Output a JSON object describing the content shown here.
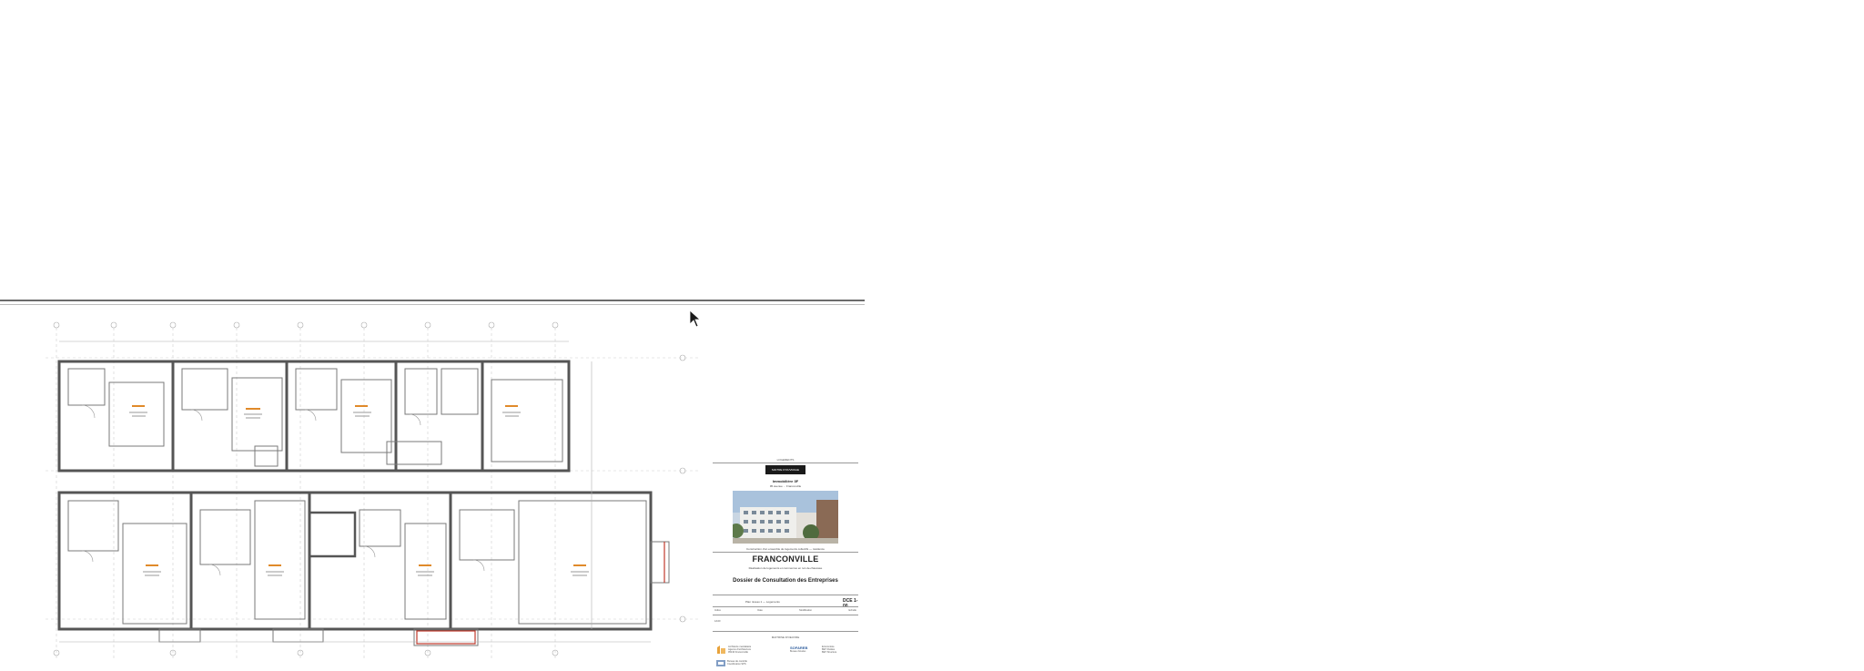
{
  "document": {
    "type": "architectural-floor-plan",
    "header_small": "LOGEMENTS",
    "client_tag": "MAITRE D'OUVRAGE",
    "client_name": "Immobilière 3F",
    "client_address": "95 avenue ... Franconville",
    "project_description": "Construction d'un ensemble de logements collectifs — résidence",
    "city": "FRANCONVILLE",
    "project_subtitle": "Réalisation de logements et commerces en rez-de-chaussée",
    "phase": "Dossier de Consultation des Entreprises",
    "plan_name": "Plan niveau 1 — Logements",
    "sheet_number": "DCE 1-00",
    "info_row": [
      "Indice",
      "Date",
      "Modification",
      "Echelle"
    ],
    "small_note": "1/100",
    "team_header": "MAITRISE D'OEUVRE",
    "mo_logo_text": [
      "Architecte mandataire",
      "Agence d'architecture",
      "95130 Franconville"
    ],
    "arch_logo": "SOFAREB",
    "arch_logo_sub": "Bureau d'études",
    "bet_text": [
      "Economiste",
      "BET Fluides",
      "BET Structure"
    ],
    "bet2_text": [
      "Bureau de contrôle",
      "Coordination SPS"
    ]
  },
  "colors": {
    "wall": "#555555",
    "wall_dark": "#3a3a3a",
    "annotation_orange": "#e08a2a",
    "annotation_red": "#c0392b",
    "grid": "#b5b5b5",
    "logo_orange": "#e8a23a",
    "logo_blue": "#2f5e9e"
  },
  "icons": {
    "cursor": "mouse-pointer-icon"
  }
}
